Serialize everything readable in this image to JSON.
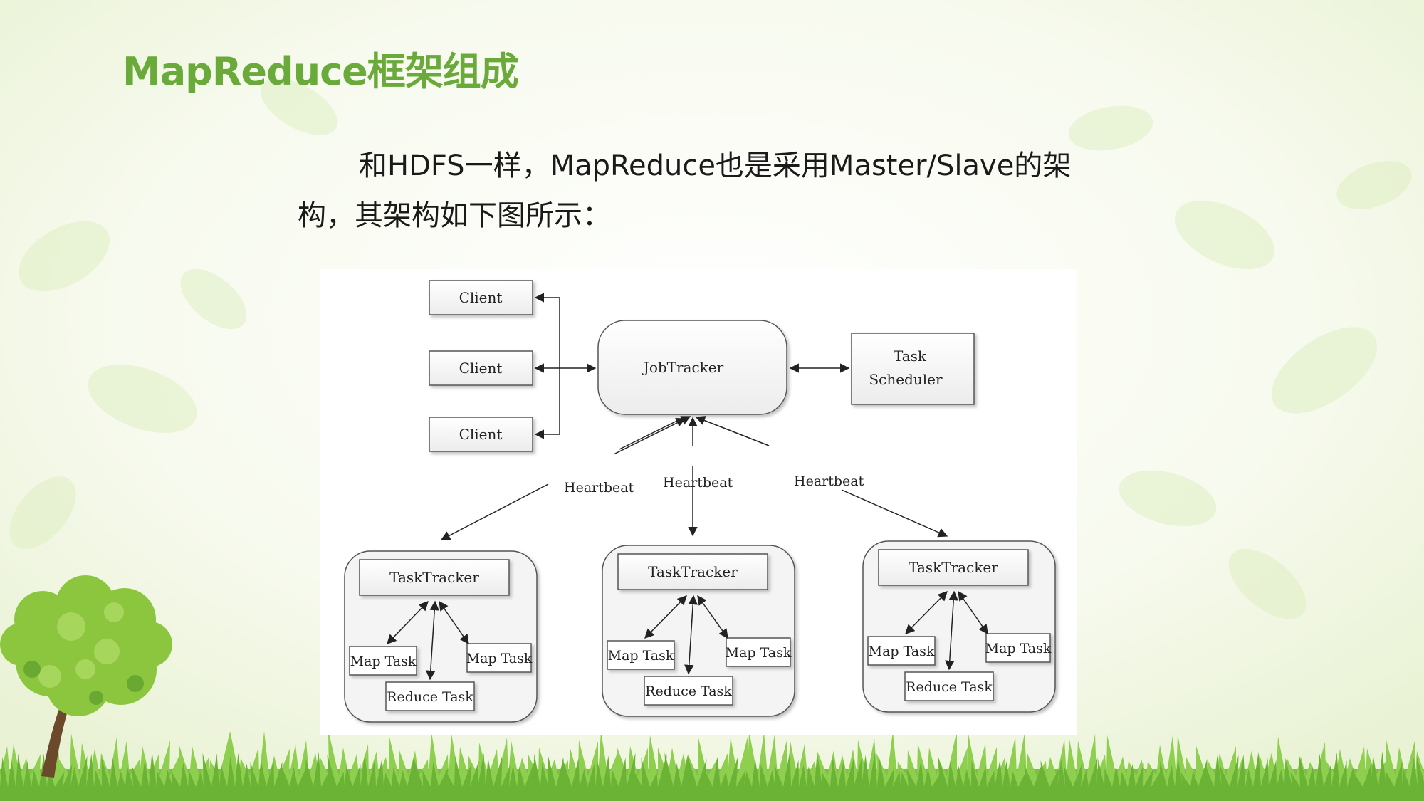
{
  "slide": {
    "title": "MapReduce框架组成",
    "paragraph": "和HDFS一样，MapReduce也是采用Master/Slave的架构，其架构如下图所示："
  },
  "diagram": {
    "clients": [
      "Client",
      "Client",
      "Client"
    ],
    "job_tracker": "JobTracker",
    "task_scheduler": [
      "Task",
      "Scheduler"
    ],
    "heartbeat_labels": [
      "Heartbeat",
      "Heartbeat",
      "Heartbeat"
    ],
    "nodes": [
      {
        "tracker": "TaskTracker",
        "map_left": "Map Task",
        "map_right": "Map Task",
        "reduce": "Reduce Task"
      },
      {
        "tracker": "TaskTracker",
        "map_left": "Map Task",
        "map_right": "Map Task",
        "reduce": "Reduce Task"
      },
      {
        "tracker": "TaskTracker",
        "map_left": "Map Task",
        "map_right": "Map Task",
        "reduce": "Reduce Task"
      }
    ]
  },
  "colors": {
    "title_green": "#6aaa3a",
    "grass_green": "#7cc242",
    "tree_green": "#8cc63f",
    "trunk_brown": "#6b4a2b"
  }
}
